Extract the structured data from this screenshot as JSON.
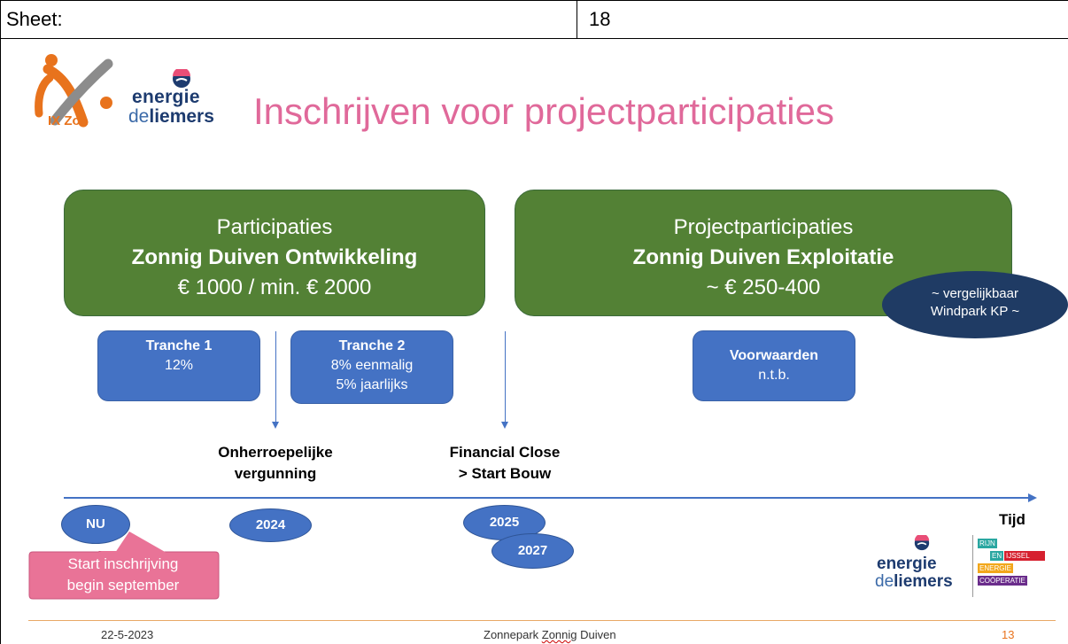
{
  "sheet": {
    "label": "Sheet:",
    "number": "18"
  },
  "logos": {
    "ix": {
      "text": "IX Zon"
    },
    "edl": {
      "line1": "energie",
      "line2_a": "de",
      "line2_b": "liemers"
    },
    "rijn": {
      "r1": "RIJN",
      "r2a": "EN",
      "r2b": "IJSSEL",
      "r3": "ENERGIE",
      "r4": "COÖPERATIE"
    }
  },
  "title": "Inschrijven voor projectparticipaties",
  "box_left": {
    "line1": "Participaties",
    "line2": "Zonnig Duiven Ontwikkeling",
    "line3": "€ 1000 / min. € 2000"
  },
  "box_right": {
    "line1": "Projectparticipaties",
    "line2": "Zonnig Duiven Exploitatie",
    "line3": "~ € 250-400"
  },
  "note": {
    "line1": "~ vergelijkbaar",
    "line2": "Windpark KP ~"
  },
  "tranche1": {
    "title": "Tranche 1",
    "line1": "12%"
  },
  "tranche2": {
    "title": "Tranche 2",
    "line1": "8% eenmalig",
    "line2": "5% jaarlijks"
  },
  "voorwaarden": {
    "title": "Voorwaarden",
    "line1": "n.t.b."
  },
  "milestones": {
    "m1": {
      "line1": "Onherroepelijke",
      "line2": "vergunning"
    },
    "m2": {
      "line1": "Financial Close",
      "line2": "> Start Bouw"
    }
  },
  "timeline": {
    "axis_label": "Tijd",
    "years": {
      "nu": "NU",
      "y2024": "2024",
      "y2025": "2025",
      "y2027": "2027"
    }
  },
  "callout": {
    "line1": "Start inschrijving",
    "line2": "begin september"
  },
  "footer": {
    "date": "22-5-2023",
    "title_a": "Zonnepark ",
    "title_b": "Zonnig",
    "title_c": " Duiven",
    "page": "13"
  },
  "colors": {
    "green": "#538135",
    "blue": "#4472c4",
    "navy": "#1f3b64",
    "pink": "#e0699a",
    "callout": "#e97397",
    "orange": "#e8731d"
  }
}
